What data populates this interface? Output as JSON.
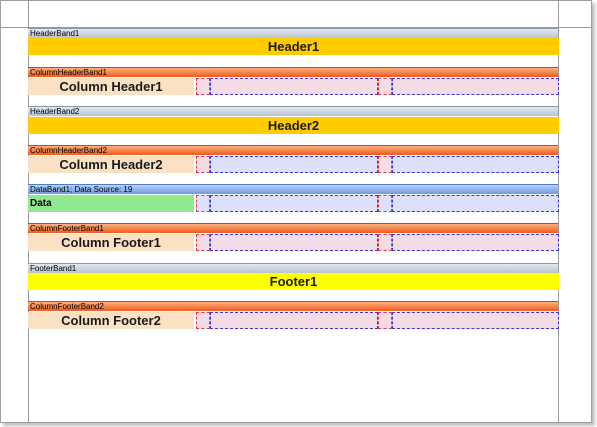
{
  "bands": {
    "header1": {
      "title": "HeaderBand1",
      "text": "Header1"
    },
    "column_header1": {
      "title": "ColumnHeaderBand1",
      "text": "Column Header1"
    },
    "header2": {
      "title": "HeaderBand2",
      "text": "Header2"
    },
    "column_header2": {
      "title": "ColumnHeaderBand2",
      "text": "Column Header2"
    },
    "data1": {
      "title": "DataBand1; Data Source: 19",
      "text": "Data"
    },
    "column_footer1": {
      "title": "ColumnFooterBand1",
      "text": "Column Footer1"
    },
    "footer1": {
      "title": "FooterBand1",
      "text": "Footer1"
    },
    "column_footer2": {
      "title": "ColumnFooterBand2",
      "text": "Column Footer2"
    }
  },
  "colors": {
    "header_fill": "#ffcc00",
    "footer_fill": "#ffff00",
    "column_fill": "#fbe1c3",
    "data_fill": "#90e890",
    "band_title_gray": "#b9c3d3",
    "band_title_orange": "#ee5a1c",
    "band_title_blue": "#6b9ae6"
  }
}
